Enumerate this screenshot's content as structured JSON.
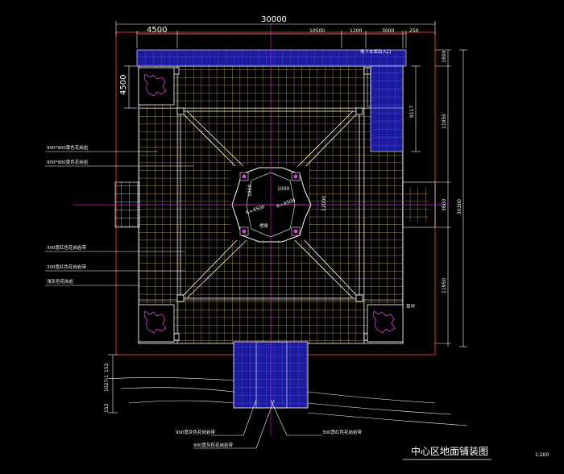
{
  "drawing": {
    "title": "中心区地面铺装图",
    "scale": "1:200"
  },
  "dimensions": {
    "overall_top": "30000",
    "top_left": "4500",
    "top_mid": "10500",
    "top_r1": "1200",
    "top_r2": "3000",
    "top_r3": "250",
    "left_vertical": "4500",
    "right_overall": "30300",
    "right_top": "1600",
    "right_upper": "11950",
    "right_middle": "3600",
    "right_lower": "11950",
    "inner_vertical": "9117",
    "center_w": "1000",
    "center_h": "1000",
    "radius_left": "R=4500",
    "radius_right": "R=4500",
    "center_side": "12000",
    "bottom_left": "152",
    "bottom_mid": "1027.1",
    "bottom_small": "152"
  },
  "labels": {
    "top_band": "地下车库出入口",
    "callout_1": "900*900黄色花岗岩",
    "callout_2": "900*900黄色花岗岩",
    "callout_3": "300宽红色花岗岩带",
    "callout_4": "300宽红色花岗岩带",
    "callout_5": "浅灰色花岗岩",
    "center_text": "喷泉",
    "right_note": "草坪",
    "bottom_callout_1": "900宽灰色花岗岩带",
    "bottom_callout_2": "900宽灰色花岗岩带",
    "bottom_callout_3": "300宽红色花岗岩带"
  },
  "colors": {
    "background": "#000000",
    "paving_grid": "#d9c46a",
    "boundary": "#e0303a",
    "blue_paving": "#2424c8",
    "planting": "#e040e0",
    "lines": "#ffffff",
    "axis": "#c020c0"
  }
}
